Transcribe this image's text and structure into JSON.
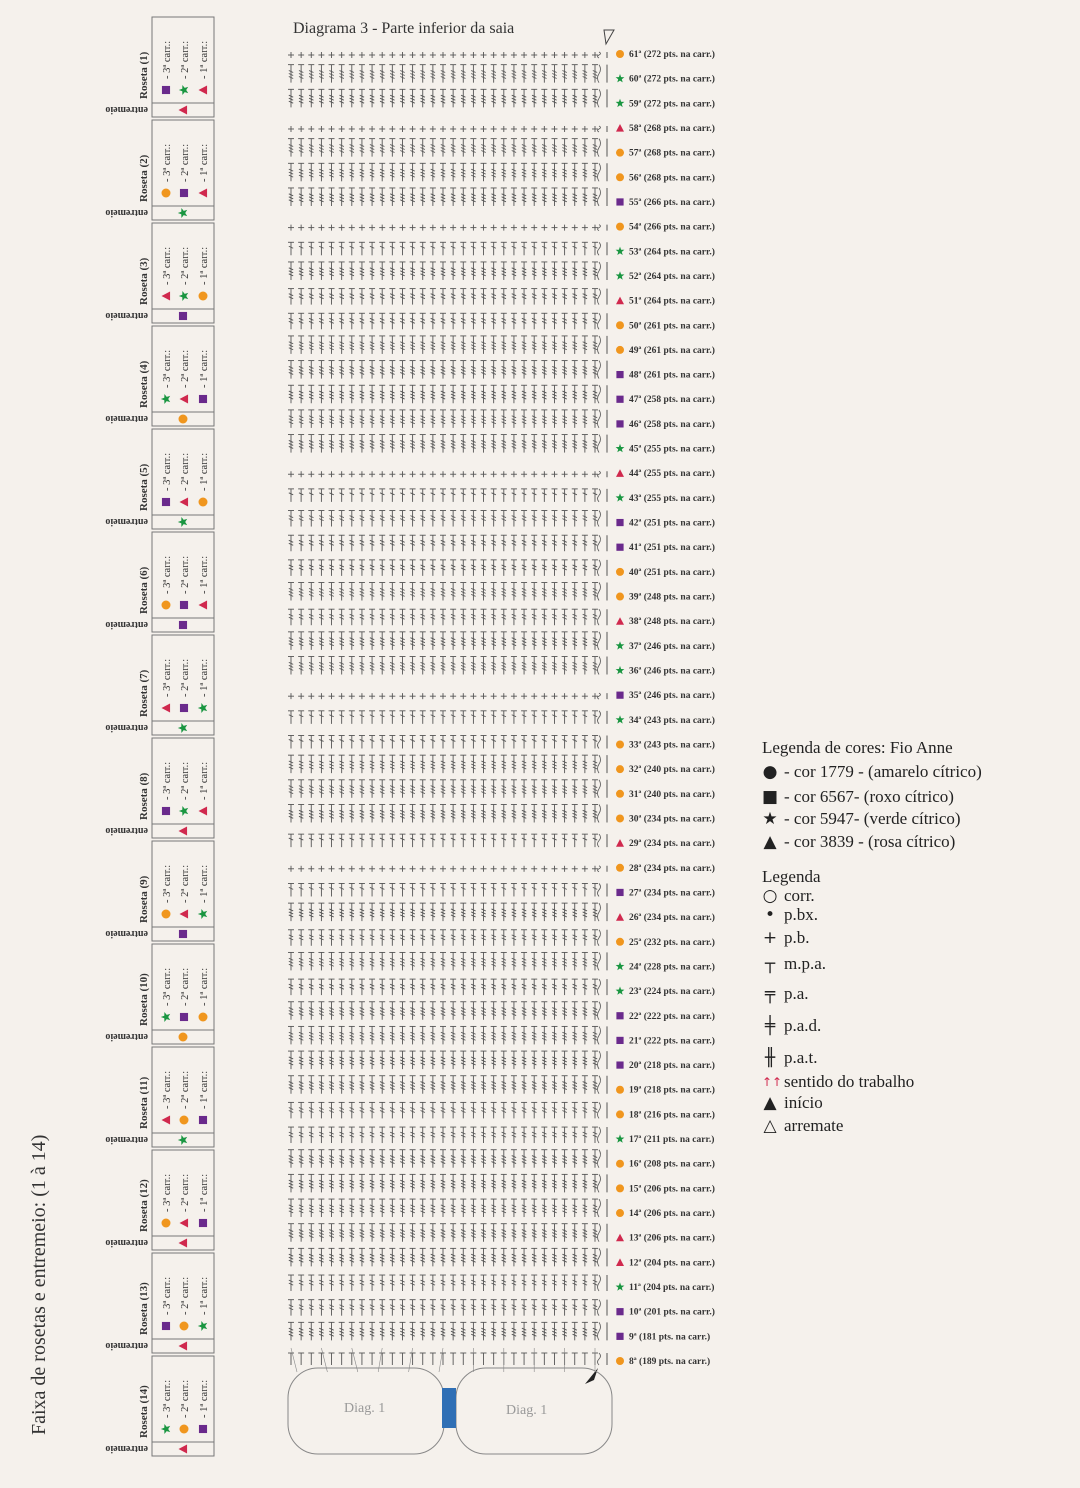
{
  "side_title": "Faixa de rosetas e entremeio:  (1 à 14)",
  "diagram_title": "Diagrama 3 -  Parte inferior da saia",
  "entremeio_label": "entremeio",
  "roseta_prefix": "Roseta",
  "round_labels": [
    "- 3ª carr.:",
    "- 2ª carr.:",
    "- 1ª carr.:"
  ],
  "rosetas": [
    {
      "name": "(1)",
      "colors": [
        "purple",
        "green",
        "pink"
      ],
      "entremeio": "pink"
    },
    {
      "name": "(2)",
      "colors": [
        "orange",
        "purple",
        "pink"
      ],
      "entremeio": "green"
    },
    {
      "name": "(3)",
      "colors": [
        "pink",
        "green",
        "orange"
      ],
      "entremeio": "purple"
    },
    {
      "name": "(4)",
      "colors": [
        "green",
        "pink",
        "purple"
      ],
      "entremeio": "orange"
    },
    {
      "name": "(5)",
      "colors": [
        "purple",
        "pink",
        "orange"
      ],
      "entremeio": "green"
    },
    {
      "name": "(6)",
      "colors": [
        "orange",
        "purple",
        "pink"
      ],
      "entremeio": "purple"
    },
    {
      "name": "(7)",
      "colors": [
        "pink",
        "purple",
        "green"
      ],
      "entremeio": "green"
    },
    {
      "name": "(8)",
      "colors": [
        "purple",
        "green",
        "pink"
      ],
      "entremeio": "pink"
    },
    {
      "name": "(9)",
      "colors": [
        "orange",
        "pink",
        "green"
      ],
      "entremeio": "purple"
    },
    {
      "name": "(10)",
      "colors": [
        "green",
        "purple",
        "orange"
      ],
      "entremeio": "orange"
    },
    {
      "name": "(11)",
      "colors": [
        "pink",
        "orange",
        "purple"
      ],
      "entremeio": "green"
    },
    {
      "name": "(12)",
      "colors": [
        "orange",
        "pink",
        "purple"
      ],
      "entremeio": "pink"
    },
    {
      "name": "(13)",
      "colors": [
        "purple",
        "orange",
        "green"
      ],
      "entremeio": "pink"
    },
    {
      "name": "(14)",
      "colors": [
        "green",
        "orange",
        "purple"
      ],
      "entremeio": "pink"
    }
  ],
  "rows": [
    {
      "label": "61ª (272 pts. na carr.)",
      "color": "orange",
      "stitch": "pb"
    },
    {
      "label": "60ª (272 pts. na carr.)",
      "color": "green",
      "stitch": "pat"
    },
    {
      "label": "59ª (272 pts. na carr.)",
      "color": "green",
      "stitch": "pat"
    },
    {
      "label": "58ª (268 pts. na carr.)",
      "color": "pink",
      "stitch": "pb"
    },
    {
      "label": "57ª (268 pts. na carr.)",
      "color": "orange",
      "stitch": "pat"
    },
    {
      "label": "56ª (268 pts. na carr.)",
      "color": "orange",
      "stitch": "pat"
    },
    {
      "label": "55ª (266 pts. na carr.)",
      "color": "purple",
      "stitch": "pat"
    },
    {
      "label": "54ª (266 pts. na carr.)",
      "color": "orange",
      "stitch": "pb"
    },
    {
      "label": "53ª (264 pts. na carr.)",
      "color": "green",
      "stitch": "pa"
    },
    {
      "label": "52ª (264 pts. na carr.)",
      "color": "green",
      "stitch": "pat"
    },
    {
      "label": "51ª (264 pts. na carr.)",
      "color": "pink",
      "stitch": "pad"
    },
    {
      "label": "50ª (261 pts. na carr.)",
      "color": "orange",
      "stitch": "pad"
    },
    {
      "label": "49ª (261 pts. na carr.)",
      "color": "orange",
      "stitch": "pat"
    },
    {
      "label": "48ª (261 pts. na carr.)",
      "color": "purple",
      "stitch": "pat"
    },
    {
      "label": "47ª (258 pts. na carr.)",
      "color": "purple",
      "stitch": "pat"
    },
    {
      "label": "46ª (258 pts. na carr.)",
      "color": "purple",
      "stitch": "pat"
    },
    {
      "label": "45ª (255 pts. na carr.)",
      "color": "green",
      "stitch": "pat"
    },
    {
      "label": "44ª (255 pts. na carr.)",
      "color": "pink",
      "stitch": "pb"
    },
    {
      "label": "43ª (255 pts. na carr.)",
      "color": "green",
      "stitch": "pa"
    },
    {
      "label": "42ª (251 pts. na carr.)",
      "color": "purple",
      "stitch": "pad"
    },
    {
      "label": "41ª (251 pts. na carr.)",
      "color": "purple",
      "stitch": "pad"
    },
    {
      "label": "40ª (251 pts. na carr.)",
      "color": "orange",
      "stitch": "pad"
    },
    {
      "label": "39ª (248 pts. na carr.)",
      "color": "orange",
      "stitch": "pat"
    },
    {
      "label": "38ª (248 pts. na carr.)",
      "color": "pink",
      "stitch": "pad"
    },
    {
      "label": "37ª (246 pts. na carr.)",
      "color": "green",
      "stitch": "pat"
    },
    {
      "label": "36ª (246 pts. na carr.)",
      "color": "green",
      "stitch": "pat"
    },
    {
      "label": "35ª (246 pts. na carr.)",
      "color": "purple",
      "stitch": "pb"
    },
    {
      "label": "34ª (243 pts. na carr.)",
      "color": "green",
      "stitch": "pa"
    },
    {
      "label": "33ª (243 pts. na carr.)",
      "color": "orange",
      "stitch": "pa"
    },
    {
      "label": "32ª (240 pts. na carr.)",
      "color": "orange",
      "stitch": "pat"
    },
    {
      "label": "31ª (240 pts. na carr.)",
      "color": "orange",
      "stitch": "pat"
    },
    {
      "label": "30ª (234 pts. na carr.)",
      "color": "orange",
      "stitch": "pat"
    },
    {
      "label": "29ª (234 pts. na carr.)",
      "color": "pink",
      "stitch": "pa"
    },
    {
      "label": "28ª (234 pts. na carr.)",
      "color": "orange",
      "stitch": "pb"
    },
    {
      "label": "27ª (234 pts. na carr.)",
      "color": "purple",
      "stitch": "pa"
    },
    {
      "label": "26ª (234 pts. na carr.)",
      "color": "pink",
      "stitch": "pat"
    },
    {
      "label": "25ª (232 pts. na carr.)",
      "color": "orange",
      "stitch": "pad"
    },
    {
      "label": "24ª (228 pts. na carr.)",
      "color": "green",
      "stitch": "pat"
    },
    {
      "label": "23ª (224 pts. na carr.)",
      "color": "green",
      "stitch": "pad"
    },
    {
      "label": "22ª (222 pts. na carr.)",
      "color": "purple",
      "stitch": "pat"
    },
    {
      "label": "21ª (222 pts. na carr.)",
      "color": "purple",
      "stitch": "pat"
    },
    {
      "label": "20ª (218 pts. na carr.)",
      "color": "purple",
      "stitch": "pat"
    },
    {
      "label": "19ª (218 pts. na carr.)",
      "color": "orange",
      "stitch": "pat"
    },
    {
      "label": "18ª (216 pts. na carr.)",
      "color": "orange",
      "stitch": "pad"
    },
    {
      "label": "17ª (211 pts. na carr.)",
      "color": "green",
      "stitch": "pad"
    },
    {
      "label": "16ª (208 pts. na carr.)",
      "color": "orange",
      "stitch": "pat"
    },
    {
      "label": "15ª (206 pts. na carr.)",
      "color": "orange",
      "stitch": "pat"
    },
    {
      "label": "14ª (206 pts. na carr.)",
      "color": "orange",
      "stitch": "pat"
    },
    {
      "label": "13ª (206 pts. na carr.)",
      "color": "pink",
      "stitch": "pat"
    },
    {
      "label": "12ª (204 pts. na carr.)",
      "color": "pink",
      "stitch": "pat"
    },
    {
      "label": "11ª (204 pts. na carr.)",
      "color": "green",
      "stitch": "pad"
    },
    {
      "label": "10ª (201 pts. na carr.)",
      "color": "purple",
      "stitch": "pad"
    },
    {
      "label": "9ª (181 pts. na carr.)",
      "color": "purple",
      "stitch": "pat"
    },
    {
      "label": "8ª (189 pts. na carr.)",
      "color": "orange",
      "stitch": "mpa"
    }
  ],
  "base_labels": [
    "Diag. 1",
    "Diag. 1"
  ],
  "color_legend": {
    "title": "Legenda de cores: Fio Anne",
    "items": [
      {
        "color": "orange",
        "text": "- cor 1779 - (amarelo cítrico)"
      },
      {
        "color": "purple",
        "text": "- cor 6567- (roxo cítrico)"
      },
      {
        "color": "green",
        "text": "- cor 5947- (verde cítrico)"
      },
      {
        "color": "pink",
        "text": "- cor 3839 - (rosa cítrico)"
      }
    ]
  },
  "stitch_legend": {
    "title": "Legenda",
    "items": [
      {
        "icon": "chain-oval-icon",
        "text": "corr."
      },
      {
        "icon": "dot-icon",
        "text": "p.bx."
      },
      {
        "icon": "cross-icon",
        "text": "p.b."
      },
      {
        "icon": "half-double-icon",
        "text": "m.p.a."
      },
      {
        "icon": "double-icon",
        "text": "p.a."
      },
      {
        "icon": "treble-icon",
        "text": "p.a.d."
      },
      {
        "icon": "triple-icon",
        "text": "p.a.t."
      },
      {
        "icon": "red-arrows-icon",
        "text": "sentido do trabalho"
      },
      {
        "icon": "start-arrow-icon",
        "text": "início"
      },
      {
        "icon": "finish-arrow-icon",
        "text": "arremate"
      }
    ]
  },
  "colors": {
    "orange": "#f0961e",
    "purple": "#6a2a8c",
    "green": "#1a9641",
    "pink": "#d0294e",
    "blue": "#2f6fb5",
    "ink": "#555555"
  }
}
